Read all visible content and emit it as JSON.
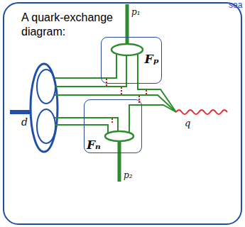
{
  "diagram": {
    "nodes": [
      {
        "text": [
          "A quark-exchange diagram:"
        ]
      },
      {
        "text": [
          "Fₚ"
        ],
        "in": 0
      },
      {
        "text": [
          "Fₙ"
        ],
        "in": 0
      }
    ],
    "labels": [
      "p₁",
      "p₂",
      "q",
      "d",
      "sea"
    ]
  }
}
